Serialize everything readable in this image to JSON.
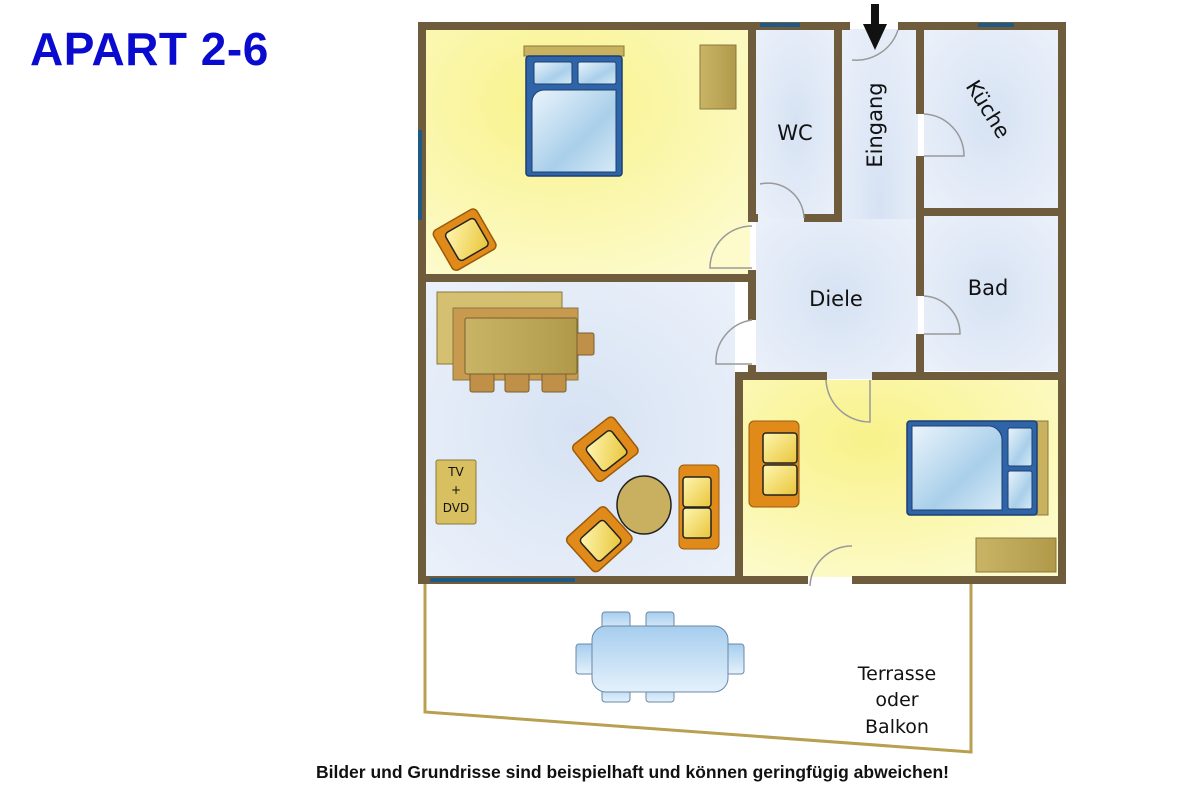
{
  "header": {
    "title": "APART 2-6"
  },
  "floor_plan": {
    "entrance_marker": "arrow-down",
    "rooms": [
      {
        "id": "schlafzimmer-1",
        "label": "",
        "floor_color": "#fbf6a8"
      },
      {
        "id": "wc",
        "label": "WC",
        "floor_color": "#e4ecf8"
      },
      {
        "id": "eingang",
        "label": "Eingang",
        "floor_color": "#e4ecf8"
      },
      {
        "id": "kueche",
        "label": "Küche",
        "floor_color": "#e4ecf8"
      },
      {
        "id": "diele",
        "label": "Diele",
        "floor_color": "#e4ecf8"
      },
      {
        "id": "bad",
        "label": "Bad",
        "floor_color": "#e4ecf8"
      },
      {
        "id": "wohnzimmer",
        "label": "",
        "floor_color": "#e4ecf8"
      },
      {
        "id": "schlafzimmer-2",
        "label": "",
        "floor_color": "#fbf6a8"
      },
      {
        "id": "terrasse",
        "label_lines": [
          "Terrasse",
          "oder",
          "Balkon"
        ],
        "floor_color": "#ffffff"
      }
    ],
    "furniture": {
      "tv_label_lines": [
        "TV",
        "+",
        "DVD"
      ]
    },
    "colors": {
      "wall": "#6e5c3c",
      "window": "#1d5a86",
      "bed": "#2f64a8",
      "armchair": "#e08a1a",
      "wood": "#c8b260",
      "terrace_outline": "#b8a050"
    }
  },
  "footer": {
    "disclaimer": "Bilder und Grundrisse sind beispielhaft und können geringfügig abweichen!"
  }
}
